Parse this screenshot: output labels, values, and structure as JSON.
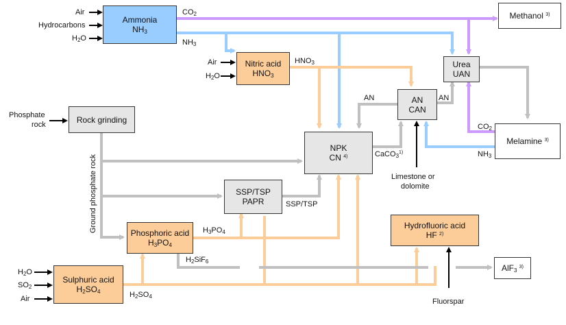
{
  "colors": {
    "blue": "#99ccff",
    "orange": "#fccc99",
    "grey": "#e6e6e6",
    "purple": "#cc99ff",
    "line_blue": "#99ccff",
    "line_orange": "#fccc99",
    "line_grey": "#c0c0c0",
    "black": "#000000"
  },
  "boxes": {
    "ammonia": {
      "l1": "Ammonia",
      "l2": "NH",
      "l2sub": "3"
    },
    "nitric": {
      "l1": "Nitric acid",
      "l2": "HNO",
      "l2sub": "3"
    },
    "urea": {
      "l1": "Urea",
      "l2": "UAN"
    },
    "an": {
      "l1": "AN",
      "l2": "CAN"
    },
    "methanol": {
      "l1": "Methanol",
      "sup": "3)"
    },
    "melamine": {
      "l1": "Melamine",
      "sup": "3)"
    },
    "rock_grinding": {
      "l1": "Rock grinding"
    },
    "npk": {
      "l1": "NPK",
      "l2": "CN",
      "l2sup": "4)"
    },
    "ssp": {
      "l1": "SSP/TSP",
      "l2": "PAPR"
    },
    "phosphoric": {
      "l1": "Phosphoric acid",
      "l2": "H",
      "l2sub": "3",
      "l2b": "PO",
      "l2bsub": "4"
    },
    "hydrofluoric": {
      "l1": "Hydrofluoric acid",
      "l2": "HF",
      "l2sup": "2)"
    },
    "sulphuric": {
      "l1": "Sulphuric acid",
      "l2": "H",
      "l2sub": "2",
      "l2b": "SO",
      "l2bsub": "4"
    },
    "alf3": {
      "l1": "AlF",
      "l1sub": "3",
      "sup": "3)"
    }
  },
  "labels": {
    "air": "Air",
    "hydrocarbons": "Hydrocarbons",
    "h2o": "H",
    "h2o_sub": "2",
    "h2o_end": "O",
    "co2": "CO",
    "co2_sub": "2",
    "nh3": "NH",
    "nh3_sub": "3",
    "hno3": "HNO",
    "hno3_sub": "3",
    "an": "AN",
    "phosphate_rock_1": "Phosphate",
    "phosphate_rock_2": "rock",
    "ground_phosphate_rock": "Ground phosphate rock",
    "caco3": "CaCO",
    "caco3_sub": "3",
    "caco3_sup": "1)",
    "limestone_1": "Limestone or",
    "limestone_2": "dolomite",
    "ssp_tsp": "SSP/TSP",
    "h3po4_a": "H",
    "h3po4_sub1": "3",
    "h3po4_b": "PO",
    "h3po4_sub2": "4",
    "h2sif6_a": "H",
    "h2sif6_sub1": "2",
    "h2sif6_b": "SiF",
    "h2sif6_sub2": "6",
    "h2so4_a": "H",
    "h2so4_sub1": "2",
    "h2so4_b": "SO",
    "h2so4_sub2": "4",
    "so2": "SO",
    "so2_sub": "2",
    "fluorspar": "Fluorspar"
  }
}
